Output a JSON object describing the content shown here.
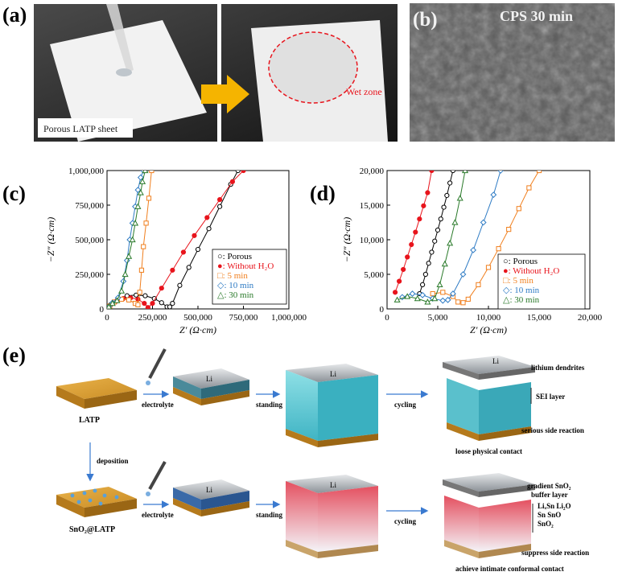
{
  "panels": {
    "a": {
      "label": "(a)",
      "caption": "Porous LATP sheet",
      "wet_zone": "Wet zone"
    },
    "b": {
      "label": "(b)",
      "title": "CPS 30 min"
    },
    "c": {
      "label": "(c)"
    },
    "d": {
      "label": "(d)"
    },
    "e": {
      "label": "(e)",
      "top_row": {
        "substrate": "LATP",
        "step1": "electrolyte",
        "li": "Li",
        "step2": "standing",
        "li2": "Li",
        "step3": "cycling",
        "annot_dendrites": "lithium dendrites",
        "annot_sei": "SEI layer",
        "annot_side": "serious side reaction",
        "annot_contact": "loose physical contact"
      },
      "deposition": "deposition",
      "bottom_row": {
        "substrate": "SnO₂@LATP",
        "step1": "electrolyte",
        "li": "Li",
        "step2": "standing",
        "li2": "Li",
        "step3": "cycling",
        "annot_gradient_1": "gradient SnO₂",
        "annot_gradient_2": "buffer layer",
        "annot_alloy_1": "LiₓSn Li₂O",
        "annot_alloy_2": "Sn SnO",
        "annot_alloy_3": "SnO₂",
        "annot_suppress": "suppress side reaction",
        "annot_contact": "achieve intimate conformal contact"
      }
    }
  },
  "colors": {
    "porous": "#000000",
    "without_h2o": "#e8141c",
    "min5": "#f07f1e",
    "min10": "#2e7bc4",
    "min30": "#2a7a2a"
  },
  "chart_data": [
    {
      "id": "c",
      "type": "scatter",
      "xlabel": "Z′ (Ω·cm)",
      "ylabel": "−Z″ (Ω·cm)",
      "xlim": [
        0,
        1000000
      ],
      "ylim": [
        0,
        1000000
      ],
      "xticks": [
        "0",
        "250,000",
        "500,000",
        "750,000",
        "1,000,000"
      ],
      "yticks": [
        "0",
        "250,000",
        "500,000",
        "750,000",
        "1,000,000"
      ],
      "legend_position": "bottom-right",
      "series": [
        {
          "name": "○: Porous",
          "color": "#000000",
          "marker": "circle-open",
          "x": [
            20000,
            60000,
            110000,
            160000,
            210000,
            260000,
            300000,
            330000,
            345000,
            360000,
            400000,
            450000,
            500000,
            560000,
            620000,
            680000,
            720000
          ],
          "y": [
            30000,
            70000,
            95000,
            100000,
            95000,
            75000,
            45000,
            15000,
            15000,
            40000,
            170000,
            300000,
            430000,
            580000,
            740000,
            900000,
            1000000
          ]
        },
        {
          "name": "●: Without H₂O",
          "color": "#e8141c",
          "marker": "circle-filled",
          "x": [
            15000,
            50000,
            90000,
            130000,
            170000,
            205000,
            225000,
            250000,
            300000,
            360000,
            420000,
            480000,
            550000,
            620000,
            690000,
            750000
          ],
          "y": [
            20000,
            55000,
            75000,
            80000,
            70000,
            40000,
            10000,
            40000,
            150000,
            280000,
            410000,
            530000,
            660000,
            790000,
            920000,
            1000000
          ]
        },
        {
          "name": "□: 5 min",
          "color": "#f07f1e",
          "marker": "square-open",
          "x": [
            15000,
            40000,
            80000,
            120000,
            155000,
            170000,
            180000,
            190000,
            200000,
            215000,
            230000,
            245000
          ],
          "y": [
            20000,
            50000,
            70000,
            65000,
            40000,
            30000,
            120000,
            280000,
            450000,
            620000,
            800000,
            1000000
          ]
        },
        {
          "name": "◇: 10 min",
          "color": "#2e7bc4",
          "marker": "diamond-open",
          "x": [
            10000,
            30000,
            60000,
            90000,
            110000,
            125000,
            140000,
            155000,
            170000,
            185000,
            200000
          ],
          "y": [
            15000,
            45000,
            80000,
            200000,
            350000,
            500000,
            620000,
            740000,
            860000,
            950000,
            1000000
          ]
        },
        {
          "name": "△: 30 min",
          "color": "#2a7a2a",
          "marker": "triangle-open",
          "x": [
            10000,
            30000,
            55000,
            80000,
            100000,
            120000,
            140000,
            155000,
            170000,
            185000,
            195000,
            210000
          ],
          "y": [
            15000,
            40000,
            60000,
            130000,
            250000,
            380000,
            500000,
            620000,
            740000,
            840000,
            920000,
            1000000
          ]
        }
      ]
    },
    {
      "id": "d",
      "type": "scatter",
      "xlabel": "Z′ (Ω·cm)",
      "ylabel": "−Z″ (Ω·cm)",
      "xlim": [
        0,
        20000
      ],
      "ylim": [
        0,
        20000
      ],
      "xticks": [
        "0",
        "5,000",
        "10,000",
        "15,000",
        "20,000"
      ],
      "yticks": [
        "0",
        "5,000",
        "10,000",
        "15,000",
        "20,000"
      ],
      "legend_position": "bottom-right",
      "series": [
        {
          "name": "○: Porous",
          "color": "#000000",
          "marker": "circle-open",
          "x": [
            3200,
            3500,
            3800,
            4100,
            4400,
            4700,
            5000,
            5300,
            5600,
            5900,
            6200,
            6500
          ],
          "y": [
            2200,
            3500,
            5000,
            6600,
            8200,
            9800,
            11400,
            13000,
            14700,
            16400,
            18200,
            20000
          ]
        },
        {
          "name": "●: Without H₂O",
          "color": "#e8141c",
          "marker": "circle-filled",
          "x": [
            800,
            1200,
            1600,
            2000,
            2400,
            2800,
            3200,
            3600,
            4000,
            4400
          ],
          "y": [
            2400,
            4000,
            5700,
            7500,
            9300,
            11100,
            13000,
            14900,
            16800,
            20000
          ]
        },
        {
          "name": "□: 5 min",
          "color": "#f07f1e",
          "marker": "square-open",
          "x": [
            4500,
            5500,
            6500,
            7000,
            7500,
            8000,
            9000,
            10000,
            11000,
            12000,
            13000,
            14000,
            15000
          ],
          "y": [
            2200,
            2400,
            1800,
            1000,
            900,
            1400,
            3500,
            6000,
            8700,
            11500,
            14500,
            17500,
            20000
          ]
        },
        {
          "name": "◇: 10 min",
          "color": "#2e7bc4",
          "marker": "diamond-open",
          "x": [
            1500,
            2500,
            3500,
            4500,
            5500,
            6000,
            6500,
            7500,
            8500,
            9500,
            10500,
            11200
          ],
          "y": [
            1700,
            2200,
            2000,
            1500,
            1200,
            1300,
            2200,
            5000,
            8500,
            12500,
            16500,
            20000
          ]
        },
        {
          "name": "△: 30 min",
          "color": "#2a7a2a",
          "marker": "triangle-open",
          "x": [
            1000,
            2000,
            3000,
            4000,
            4700,
            5200,
            5700,
            6200,
            6700,
            7200,
            7700
          ],
          "y": [
            1300,
            1800,
            1500,
            1000,
            1500,
            3500,
            6500,
            9500,
            12500,
            16000,
            20000
          ]
        }
      ]
    }
  ]
}
